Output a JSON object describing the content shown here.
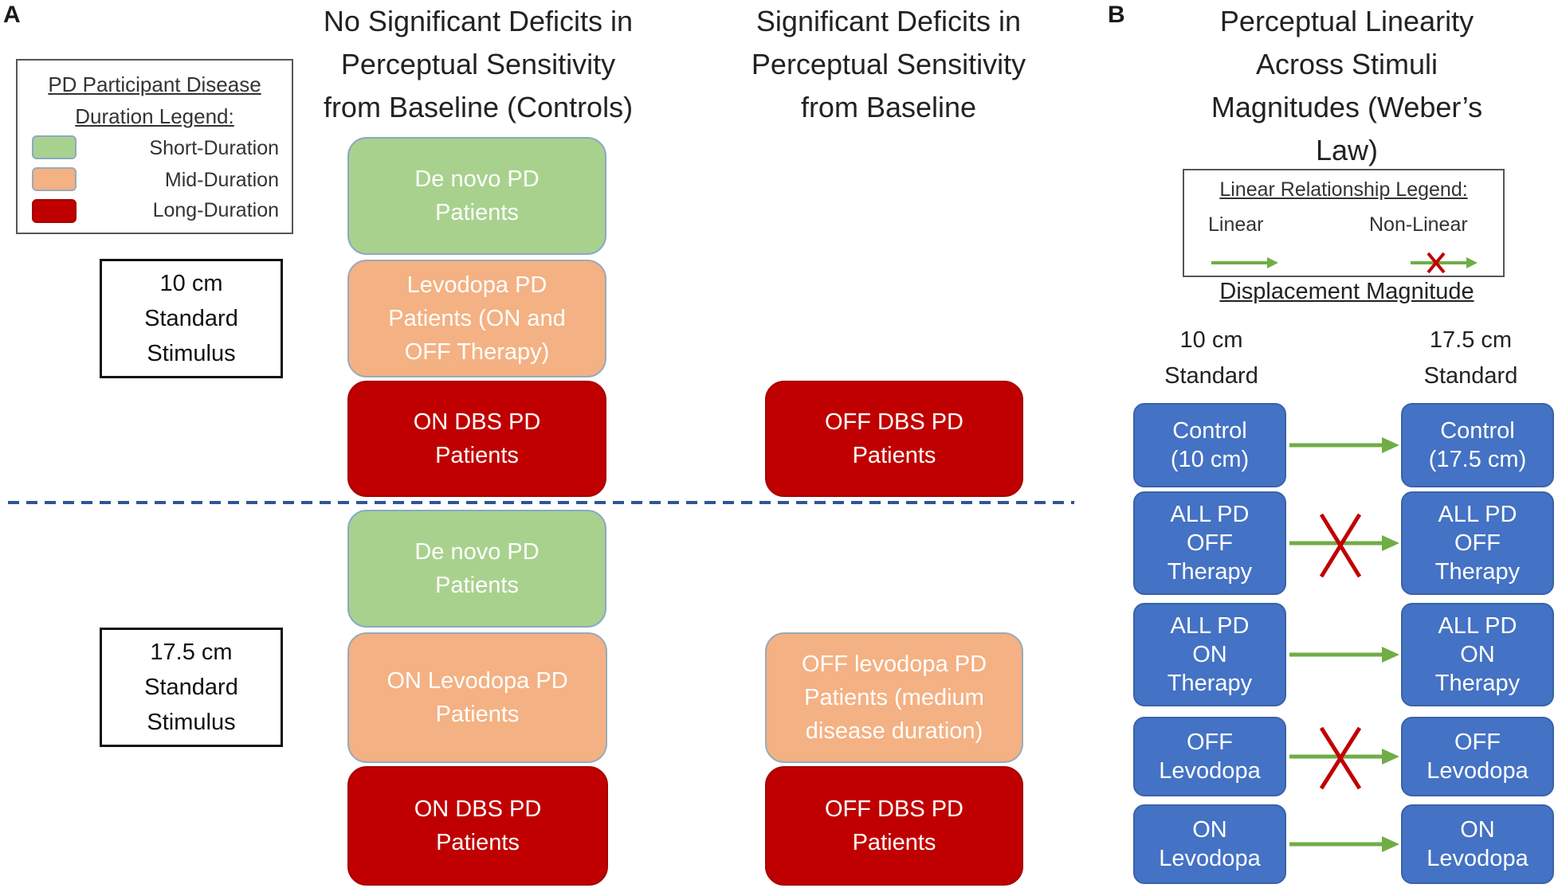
{
  "panel_a": {
    "letter": "A",
    "heading_left": [
      "No Significant Deficits in",
      "Perceptual Sensitivity",
      "from Baseline (Controls)"
    ],
    "heading_right": [
      "Significant Deficits in",
      "Perceptual Sensitivity",
      "from Baseline"
    ],
    "legend": {
      "title": [
        "PD Participant Disease",
        "Duration Legend:"
      ],
      "items": [
        {
          "label": "Short-Duration",
          "color": "#a9d18e"
        },
        {
          "label": "Mid-Duration",
          "color": "#f4b183"
        },
        {
          "label": "Long-Duration",
          "color": "#c00000"
        }
      ]
    },
    "stimulus_10": [
      "10 cm",
      "Standard",
      "Stimulus"
    ],
    "stimulus_175": [
      "17.5 cm",
      "Standard",
      "Stimulus"
    ],
    "boxes_10_left": [
      {
        "lines": [
          "De novo PD",
          "Patients"
        ],
        "duration": "short"
      },
      {
        "lines": [
          "Levodopa PD",
          "Patients (ON and",
          "OFF Therapy)"
        ],
        "duration": "mid"
      },
      {
        "lines": [
          "ON DBS PD",
          "Patients"
        ],
        "duration": "long"
      }
    ],
    "boxes_10_right": [
      {
        "lines": [
          "OFF DBS PD",
          "Patients"
        ],
        "duration": "long"
      }
    ],
    "boxes_175_left": [
      {
        "lines": [
          "De novo PD",
          "Patients"
        ],
        "duration": "short"
      },
      {
        "lines": [
          "ON Levodopa PD",
          "Patients"
        ],
        "duration": "mid"
      },
      {
        "lines": [
          "ON DBS PD",
          "Patients"
        ],
        "duration": "long"
      }
    ],
    "boxes_175_right": [
      {
        "lines": [
          "OFF levodopa PD",
          "Patients (medium",
          "disease duration)"
        ],
        "duration": "mid"
      },
      {
        "lines": [
          "OFF DBS PD",
          "Patients"
        ],
        "duration": "long"
      }
    ],
    "divider_color": "#2f5597"
  },
  "panel_b": {
    "letter": "B",
    "heading": [
      "Perceptual Linearity",
      "Across Stimuli",
      "Magnitudes (Weber’s",
      "Law)"
    ],
    "legend": {
      "title": "Linear Relationship Legend:",
      "linear_label": "Linear",
      "nonlinear_label": "Non-Linear"
    },
    "subheading": "Displacement Magnitude",
    "col_left": [
      "10 cm",
      "Standard"
    ],
    "col_right": [
      "17.5 cm",
      "Standard"
    ],
    "arrow_color": "#70ad47",
    "cross_color": "#c00000",
    "box_color": "#4472c4",
    "rows": [
      {
        "left": [
          "Control",
          "(10 cm)"
        ],
        "right": [
          "Control",
          "(17.5 cm)"
        ],
        "linear": true
      },
      {
        "left": [
          "ALL PD",
          "OFF",
          "Therapy"
        ],
        "right": [
          "ALL PD",
          "OFF",
          "Therapy"
        ],
        "linear": false
      },
      {
        "left": [
          "ALL PD",
          "ON",
          "Therapy"
        ],
        "right": [
          "ALL PD",
          "ON",
          "Therapy"
        ],
        "linear": true
      },
      {
        "left": [
          "OFF",
          "Levodopa"
        ],
        "right": [
          "OFF",
          "Levodopa"
        ],
        "linear": false
      },
      {
        "left": [
          "ON",
          "Levodopa"
        ],
        "right": [
          "ON",
          "Levodopa"
        ],
        "linear": true
      }
    ]
  }
}
